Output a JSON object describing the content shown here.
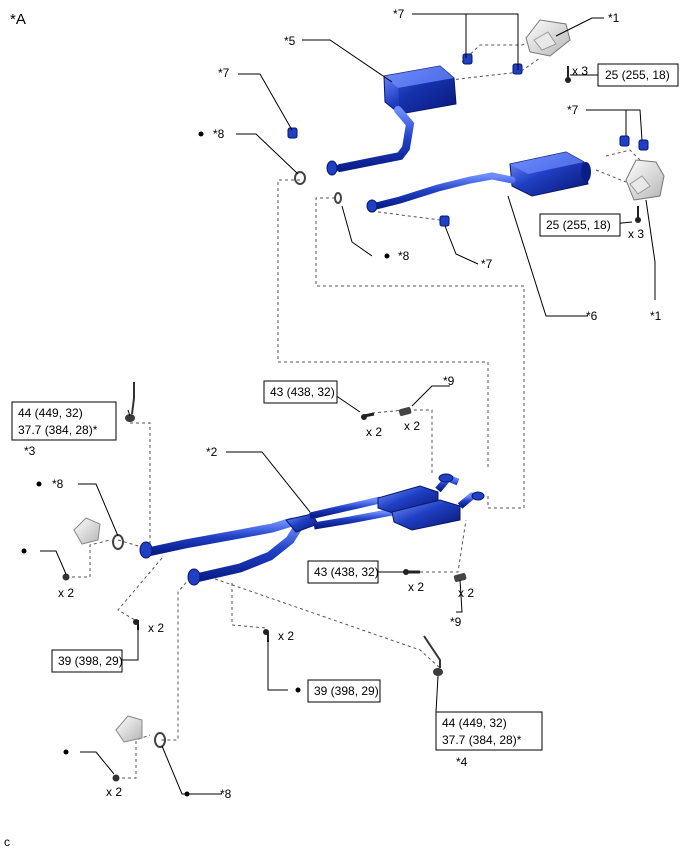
{
  "figure_id": "*A",
  "corner_code": "c",
  "callouts": {
    "p1_top": "*1",
    "p1_right": "*1",
    "p2": "*2",
    "p3": "*3",
    "p4": "*4",
    "p5": "*5",
    "p6": "*6",
    "p7_top": "*7",
    "p7_left": "*7",
    "p7_right": "*7",
    "p7_mid": "*7",
    "p8_a": "*8",
    "p8_b": "*8",
    "p8_c": "*8",
    "p8_d": "*8",
    "p9_top": "*9",
    "p9_bottom": "*9"
  },
  "torques": {
    "t_upper_right": "25 (255, 18)",
    "t_right_mid": "25 (255, 18)",
    "t_43_top": "43 (438, 32)",
    "t_43_mid": "43 (438, 32)",
    "t_39_left": "39 (398, 29)",
    "t_39_mid": "39 (398, 29)",
    "t_44_left_a": "44 (449, 32)",
    "t_44_left_b": "37.7 (384, 28)*",
    "t_44_right_a": "44 (449, 32)",
    "t_44_right_b": "37.7 (384, 28)*"
  },
  "quantities": {
    "q3_top": "x 3",
    "q3_right": "x 3",
    "q2_43a": "x 2",
    "q2_9a": "x 2",
    "q2_43b": "x 2",
    "q2_9b": "x 2",
    "q2_nut_left": "x 2",
    "q2_39_left": "x 2",
    "q2_39_mid": "x 2",
    "q2_nut_bottom": "x 2"
  },
  "colors": {
    "pipe": "#1f3fc4",
    "pipe_dark": "#0a1e8a",
    "pipe_light": "#5a78f0",
    "bracket": "#cfcfcf"
  }
}
